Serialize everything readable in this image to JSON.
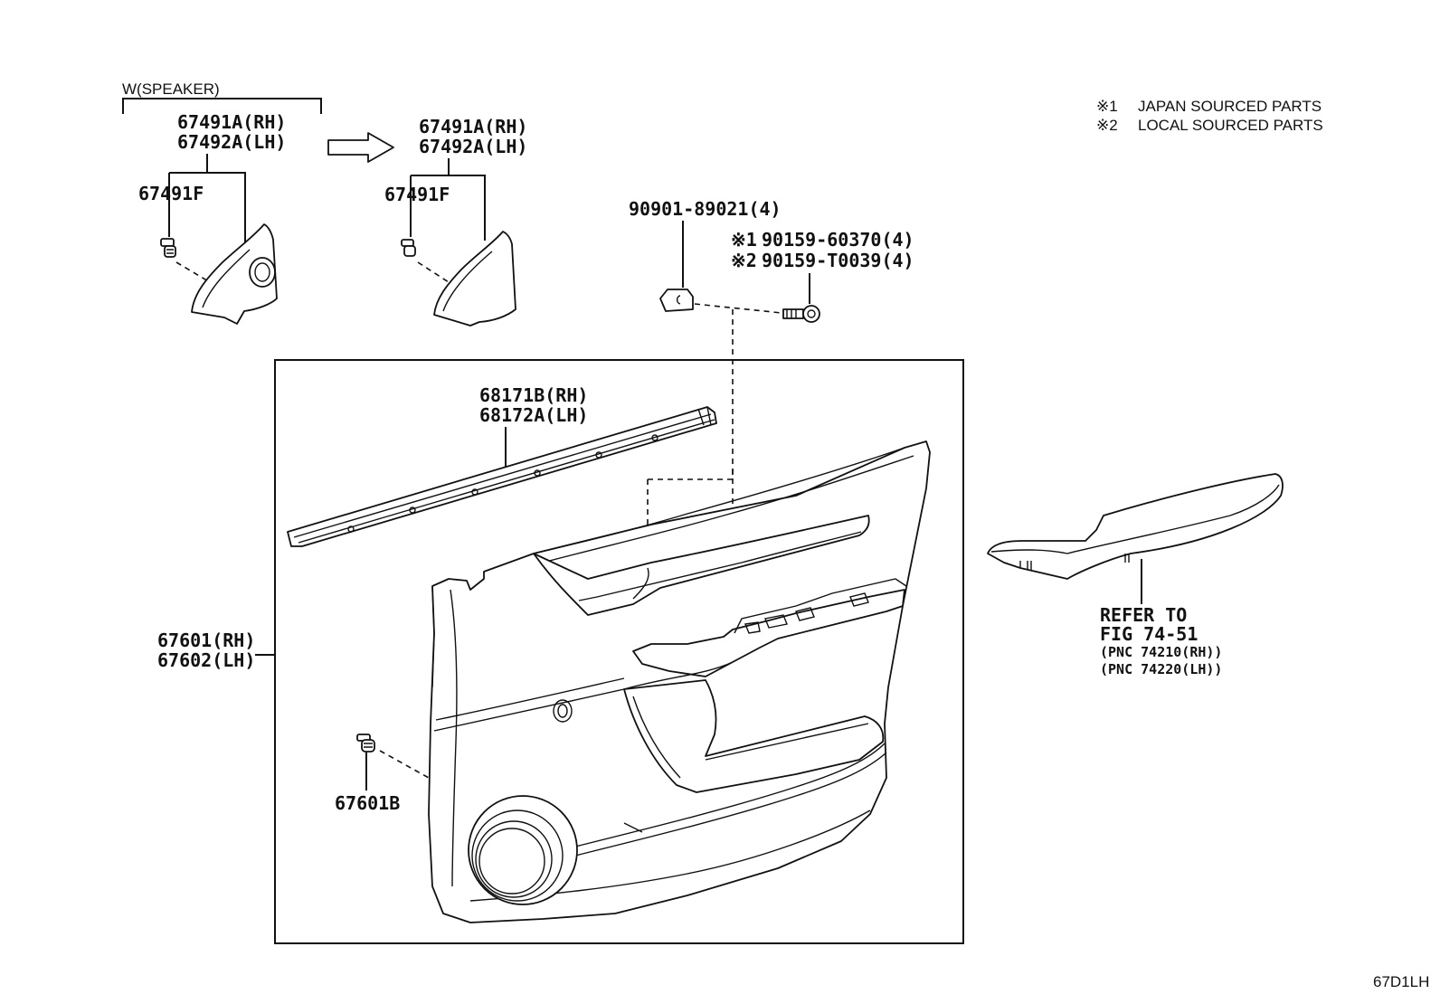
{
  "labels": {
    "speaker_bracket": "W(SPEAKER)",
    "cover_a_rh": "67491A(RH)",
    "cover_a_lh": "67492A(LH)",
    "cover_a_rh_2": "67491A(RH)",
    "cover_a_lh_2": "67492A(LH)",
    "clip_f": "67491F",
    "clip_f_2": "67491F",
    "nut": "90901-89021(4)",
    "bolt_jp_mark": "※1",
    "bolt_jp": "90159-60370(4)",
    "bolt_local_mark": "※2",
    "bolt_local": "90159-T0039(4)",
    "weatherstrip_rh": "68171B(RH)",
    "weatherstrip_lh": "68172A(LH)",
    "panel_rh": "67601(RH)",
    "panel_lh": "67602(LH)",
    "clip_b": "67601B",
    "refer_line1": "REFER TO",
    "refer_line2": "FIG 74-51",
    "pnc_rh": "(PNC 74210(RH))",
    "pnc_lh": "(PNC 74220(LH))",
    "diagram_code": "67D1LH"
  },
  "legend": [
    {
      "mark": "※1",
      "text": "JAPAN SOURCED PARTS"
    },
    {
      "mark": "※2",
      "text": "LOCAL SOURCED PARTS"
    }
  ],
  "colors": {
    "line": "#111111",
    "background": "#ffffff"
  }
}
